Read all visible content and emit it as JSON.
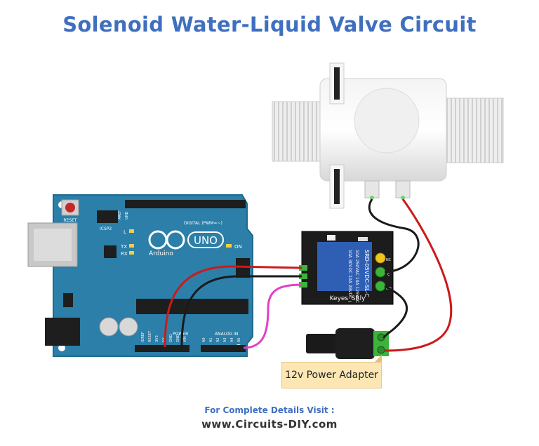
{
  "title": "Solenoid Water-Liquid Valve Circuit",
  "footer": {
    "label": "For Complete Details Visit :",
    "site": "www.Circuits-DIY.com"
  },
  "note": {
    "text": "12v Power Adapter"
  },
  "arduino": {
    "reset_label": "RESET",
    "icsp_label": "ICSP2",
    "digital_label": "DIGITAL (PWM=~)",
    "aref_label": "AREF",
    "gnd_label": "GND",
    "brand": "Arduino",
    "model": "UNO",
    "on_label": "ON",
    "l_label": "L",
    "tx_label": "TX",
    "rx_label": "RX",
    "power_label": "POWER",
    "analog_label": "ANALOG IN",
    "power_pins": [
      "IOREF",
      "RESET",
      "3V3",
      "5V",
      "GND",
      "GND",
      "VIN"
    ],
    "analog_pins": [
      "A0",
      "A1",
      "A2",
      "A3",
      "A4",
      "A5"
    ]
  },
  "relay": {
    "brand": "Keyes_SRly",
    "model": "SRD-05VDC-SL-C",
    "rating_1": "10A 250VAC 10A 125VAC",
    "rating_2": "10A 30VDC 10A 28VDC",
    "nc_label": "NC",
    "com_label": "C",
    "no_label": "NO"
  },
  "colors": {
    "title": "#3f6fbf",
    "board": "#2b7fa8",
    "relay_board": "#1c1c1c",
    "relay_block": "#2f5fb5",
    "wire_red": "#cc1a1a",
    "wire_black": "#1a1a1a",
    "wire_signal": "#e040c8",
    "terminal_green": "#3cb43c",
    "note_bg": "#fbe6b4"
  }
}
